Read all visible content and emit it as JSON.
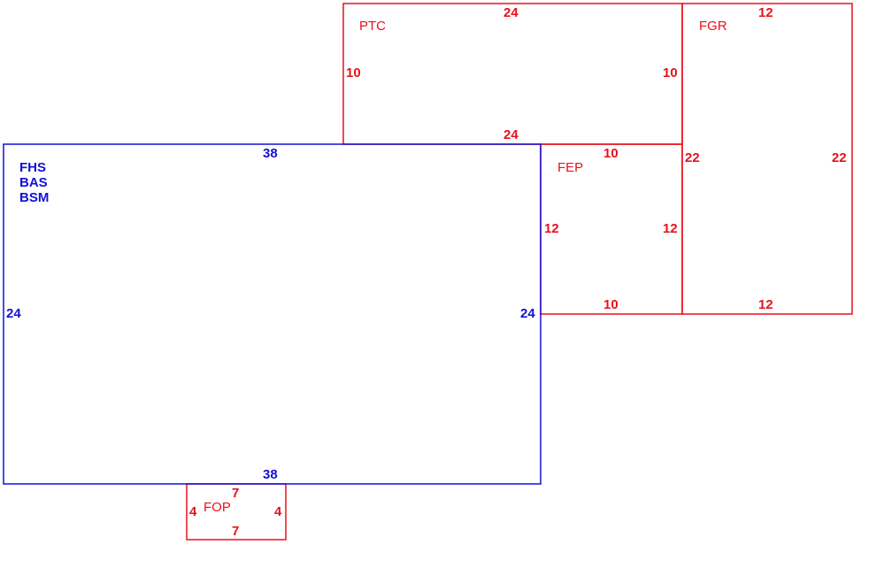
{
  "colors": {
    "main_area": "#1111d6",
    "other_area": "#e8111b"
  },
  "areas": {
    "main": {
      "codes": [
        "FHS",
        "BAS",
        "BSM"
      ],
      "top": "38",
      "bottom": "38",
      "left": "24",
      "right": "24"
    },
    "ptc": {
      "code": "PTC",
      "top": "24",
      "bottom": "24",
      "left": "10",
      "right": "10"
    },
    "fgr": {
      "code": "FGR",
      "top": "12",
      "bottom": "12",
      "left": "22",
      "right": "22"
    },
    "fep": {
      "code": "FEP",
      "top": "10",
      "bottom": "10",
      "left": "12",
      "right": "12"
    },
    "fop": {
      "code": "FOP",
      "top": "7",
      "bottom": "7",
      "left": "4",
      "right": "4"
    }
  }
}
